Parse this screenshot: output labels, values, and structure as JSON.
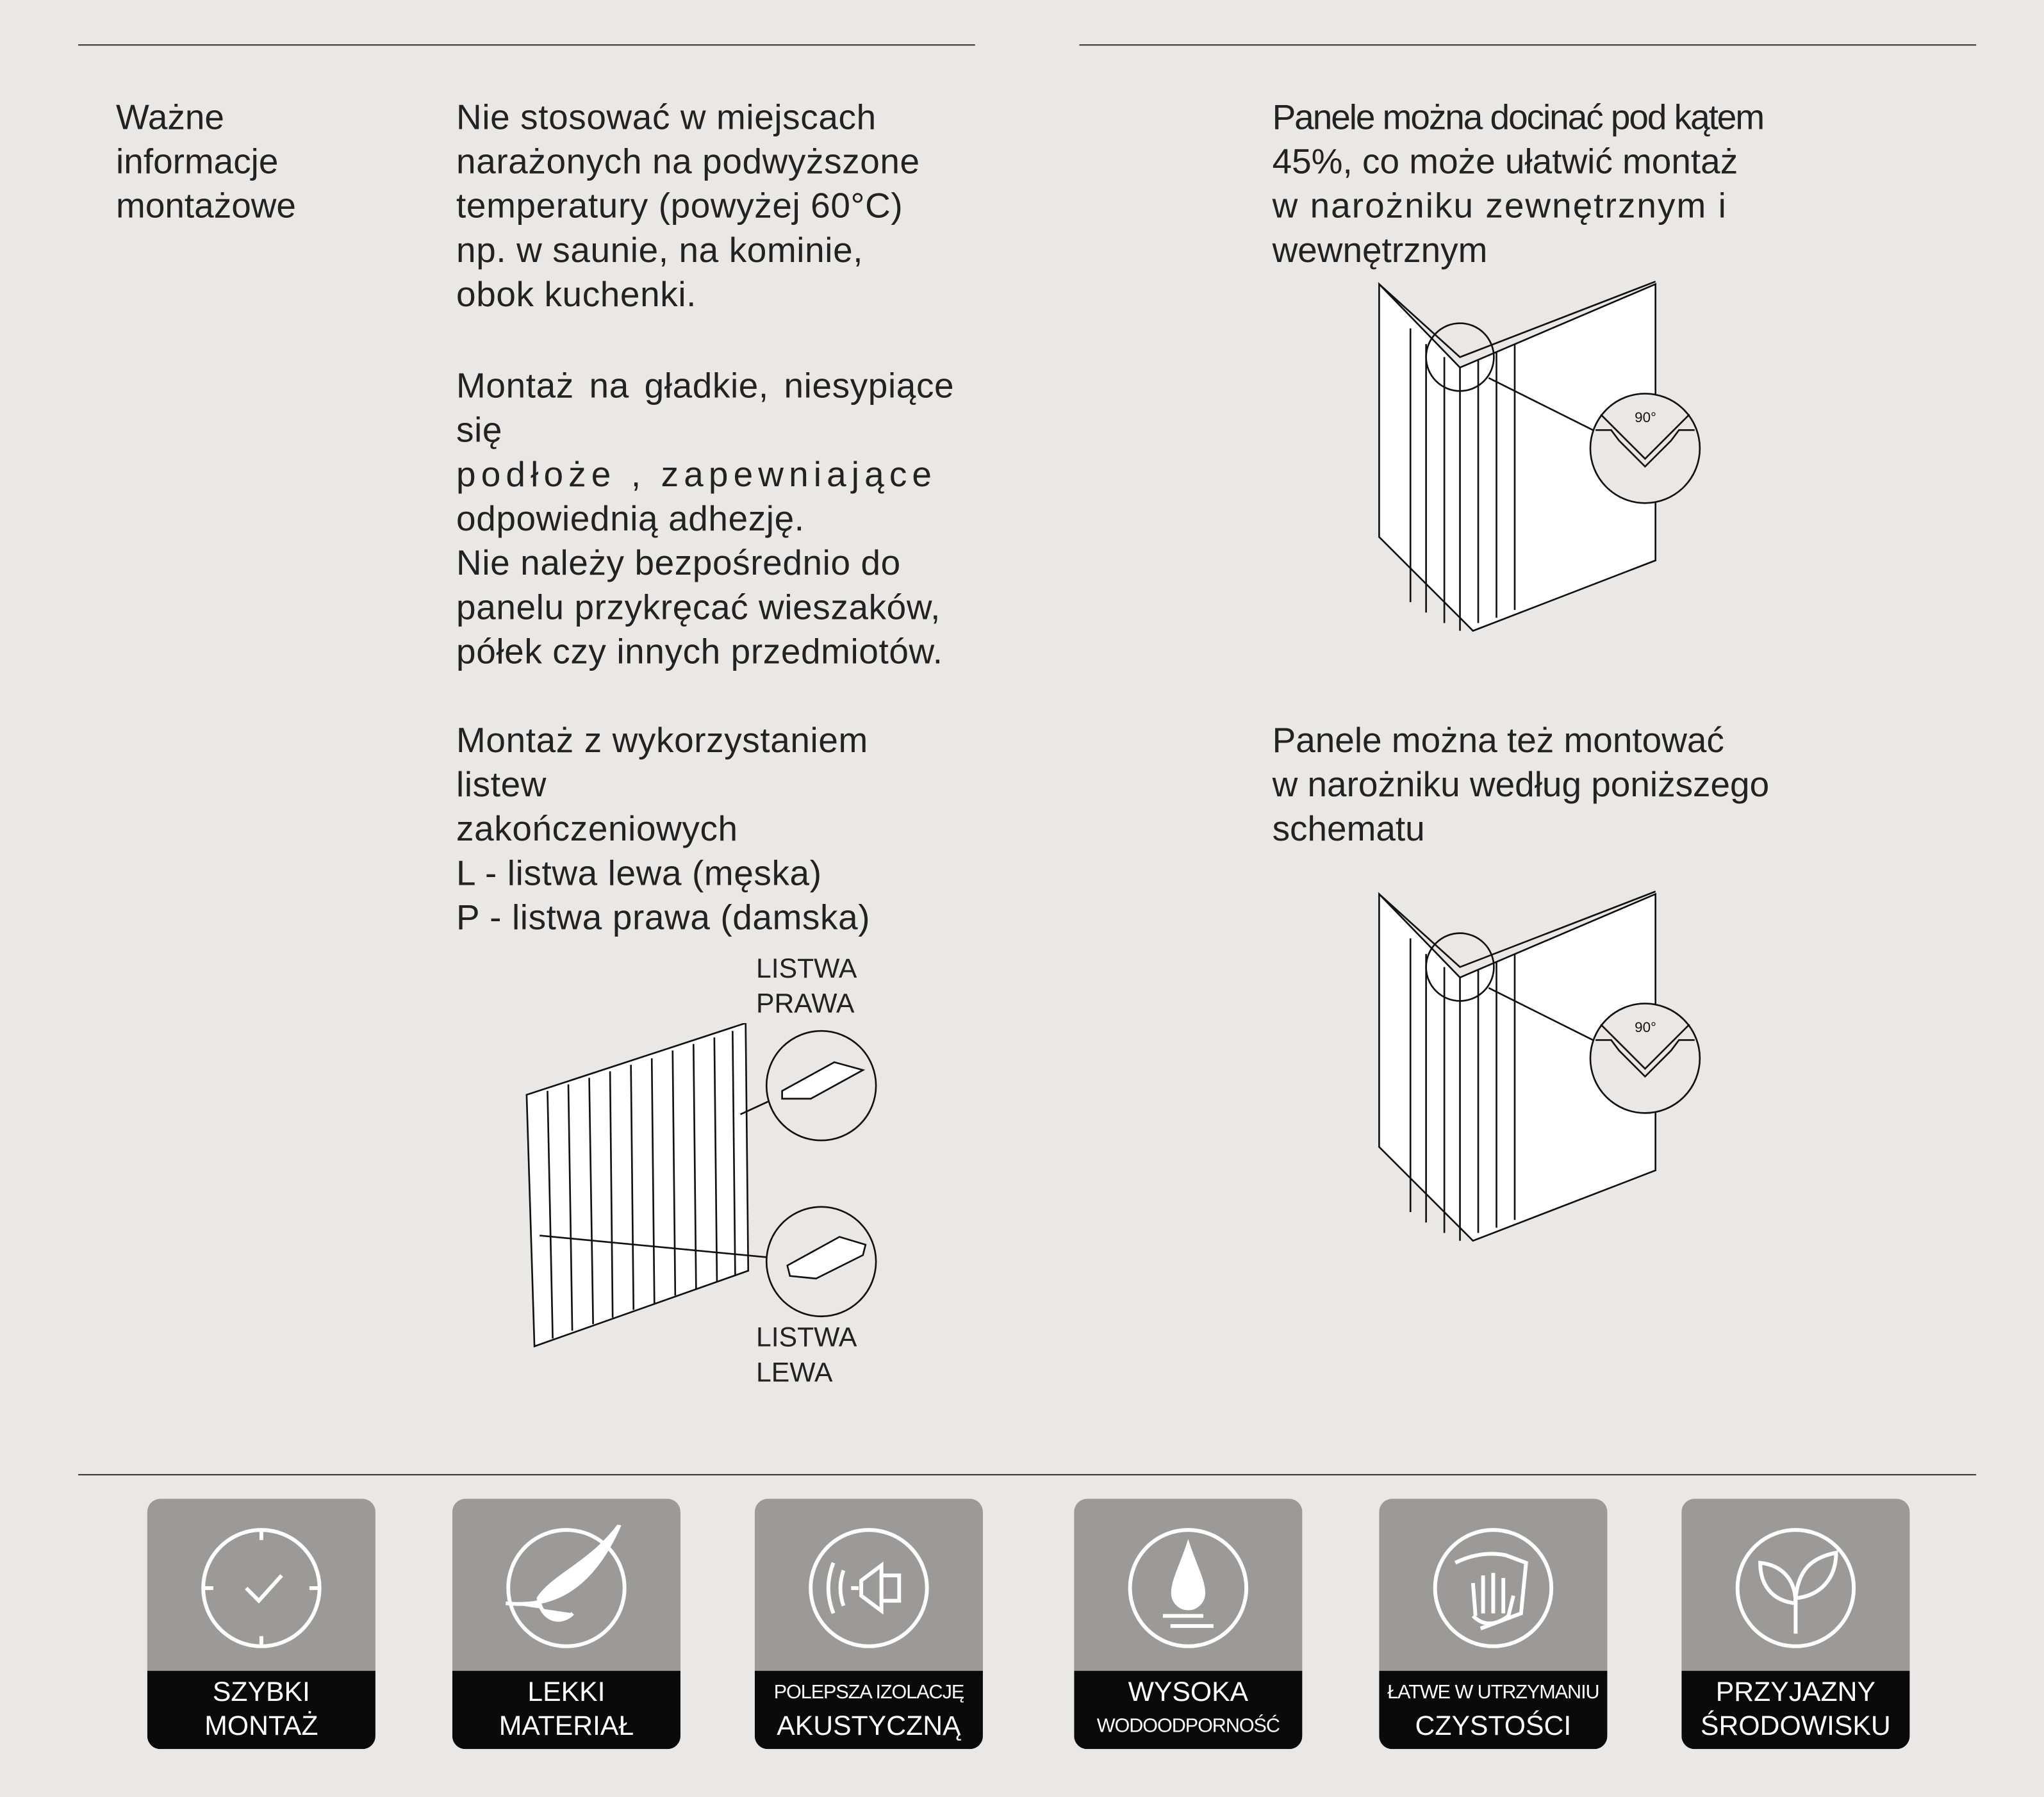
{
  "heading": [
    "Ważne",
    "informacje",
    "montażowe"
  ],
  "paragraphs": [
    [
      "Nie stosować w miejscach",
      "narażonych na podwyższone",
      "temperatury (powyżej 60°C)",
      "np. w saunie, na kominie,",
      "obok kuchenki."
    ],
    [
      "Montaż na gładkie, niesypiące się",
      "podłoże , zapewniające",
      "odpowiednią adhezję."
    ],
    [
      "Nie należy bezpośrednio do",
      "panelu przykręcać wieszaków,",
      "półek czy innych przedmiotów."
    ],
    [
      "Montaż z wykorzystaniem listew",
      "zakończeniowych",
      "L - listwa lewa (męska)",
      "P - listwa prawa (damska)"
    ]
  ],
  "right_paragraphs": [
    [
      "Panele można docinać pod kątem",
      "45%, co może ułatwić montaż",
      "w narożniku zewnętrznym i",
      "wewnętrznym"
    ],
    [
      "Panele można też montować",
      "w narożniku według poniższego",
      "schematu"
    ]
  ],
  "diagram_labels": {
    "angle": "90°",
    "right_strip": [
      "LISTWA",
      "PRAWA"
    ],
    "left_strip": [
      "LISTWA",
      "LEWA"
    ]
  },
  "features": [
    {
      "icon": "clock-icon",
      "lines": [
        "SZYBKI",
        "MONTAŻ"
      ]
    },
    {
      "icon": "feather-icon",
      "lines": [
        "LEKKI",
        "MATERIAŁ"
      ]
    },
    {
      "icon": "megaphone-icon",
      "lines": [
        "POLEPSZA IZOLACJĘ",
        "AKUSTYCZNĄ"
      ]
    },
    {
      "icon": "water-drop-icon",
      "lines": [
        "WYSOKA",
        "WODOODPORNOŚĆ"
      ]
    },
    {
      "icon": "hand-wipe-icon",
      "lines": [
        "ŁATWE W UTRZYMANIU",
        "CZYSTOŚCI"
      ]
    },
    {
      "icon": "leaf-icon",
      "lines": [
        "PRZYJAZNY",
        "ŚRODOWISKU"
      ]
    }
  ]
}
